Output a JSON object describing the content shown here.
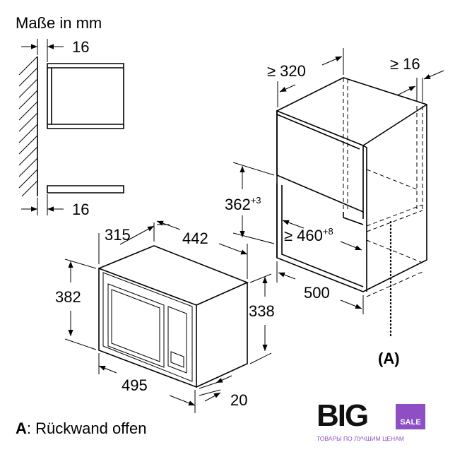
{
  "title": "Maße in mm",
  "side_view": {
    "top_gap": "16",
    "bottom_gap": "16"
  },
  "microwave": {
    "depth": "315",
    "width_top": "442",
    "height_front": "382",
    "height_side": "338",
    "width_front": "495",
    "front_depth": "20"
  },
  "cabinet": {
    "depth": "≥ 320",
    "back_gap": "≥ 16",
    "niche_height": "362",
    "niche_height_tol": "+3",
    "niche_width": "≥ 460",
    "niche_width_tol": "+8",
    "cabinet_depth": "500",
    "marker": "(A)"
  },
  "legend": {
    "key": "A",
    "text": ": Rückwand offen"
  },
  "logo": {
    "brand": "BIG",
    "badge": "SALE",
    "slogan": "ТОВАРЫ ПО ЛУЧШИМ ЦЕНАМ",
    "color": "#8e4fc4"
  }
}
